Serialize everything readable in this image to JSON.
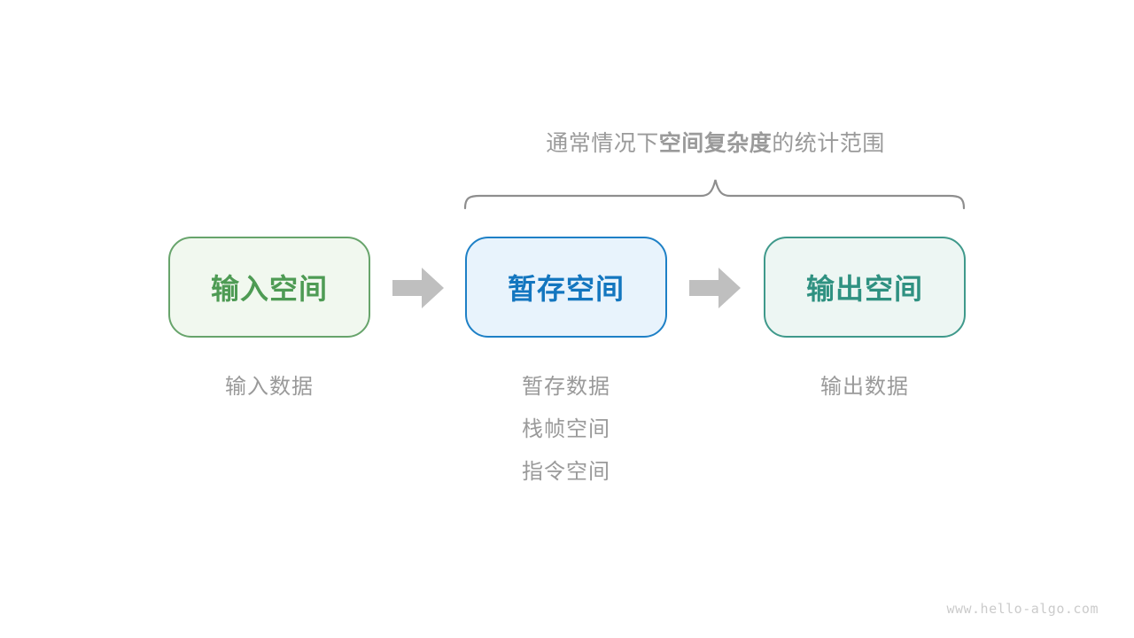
{
  "page": {
    "background": "#ffffff"
  },
  "title": {
    "prefix": "通常情况下",
    "emphasis": "空间复杂度",
    "suffix": "的统计范围",
    "color": "#9a9a9a"
  },
  "brace": {
    "color": "#8e8e8e"
  },
  "arrow_color": "#bfbfbf",
  "boxes": [
    {
      "id": "input-space",
      "label": "输入空间",
      "text_color": "#4e9b54",
      "border_color": "#67a46b",
      "background": "#f1f8ef"
    },
    {
      "id": "temp-space",
      "label": "暂存空间",
      "text_color": "#1376bf",
      "border_color": "#1e80c6",
      "background": "#e8f3fc"
    },
    {
      "id": "output-space",
      "label": "输出空间",
      "text_color": "#2f9181",
      "border_color": "#3f998b",
      "background": "#edf6f3"
    }
  ],
  "annotations": {
    "color": "#9a9a9a",
    "input": [
      "输入数据"
    ],
    "temp": [
      "暂存数据",
      "栈帧空间",
      "指令空间"
    ],
    "output": [
      "输出数据"
    ]
  },
  "watermark": {
    "text": "www.hello-algo.com",
    "color": "#cbcbcb"
  }
}
